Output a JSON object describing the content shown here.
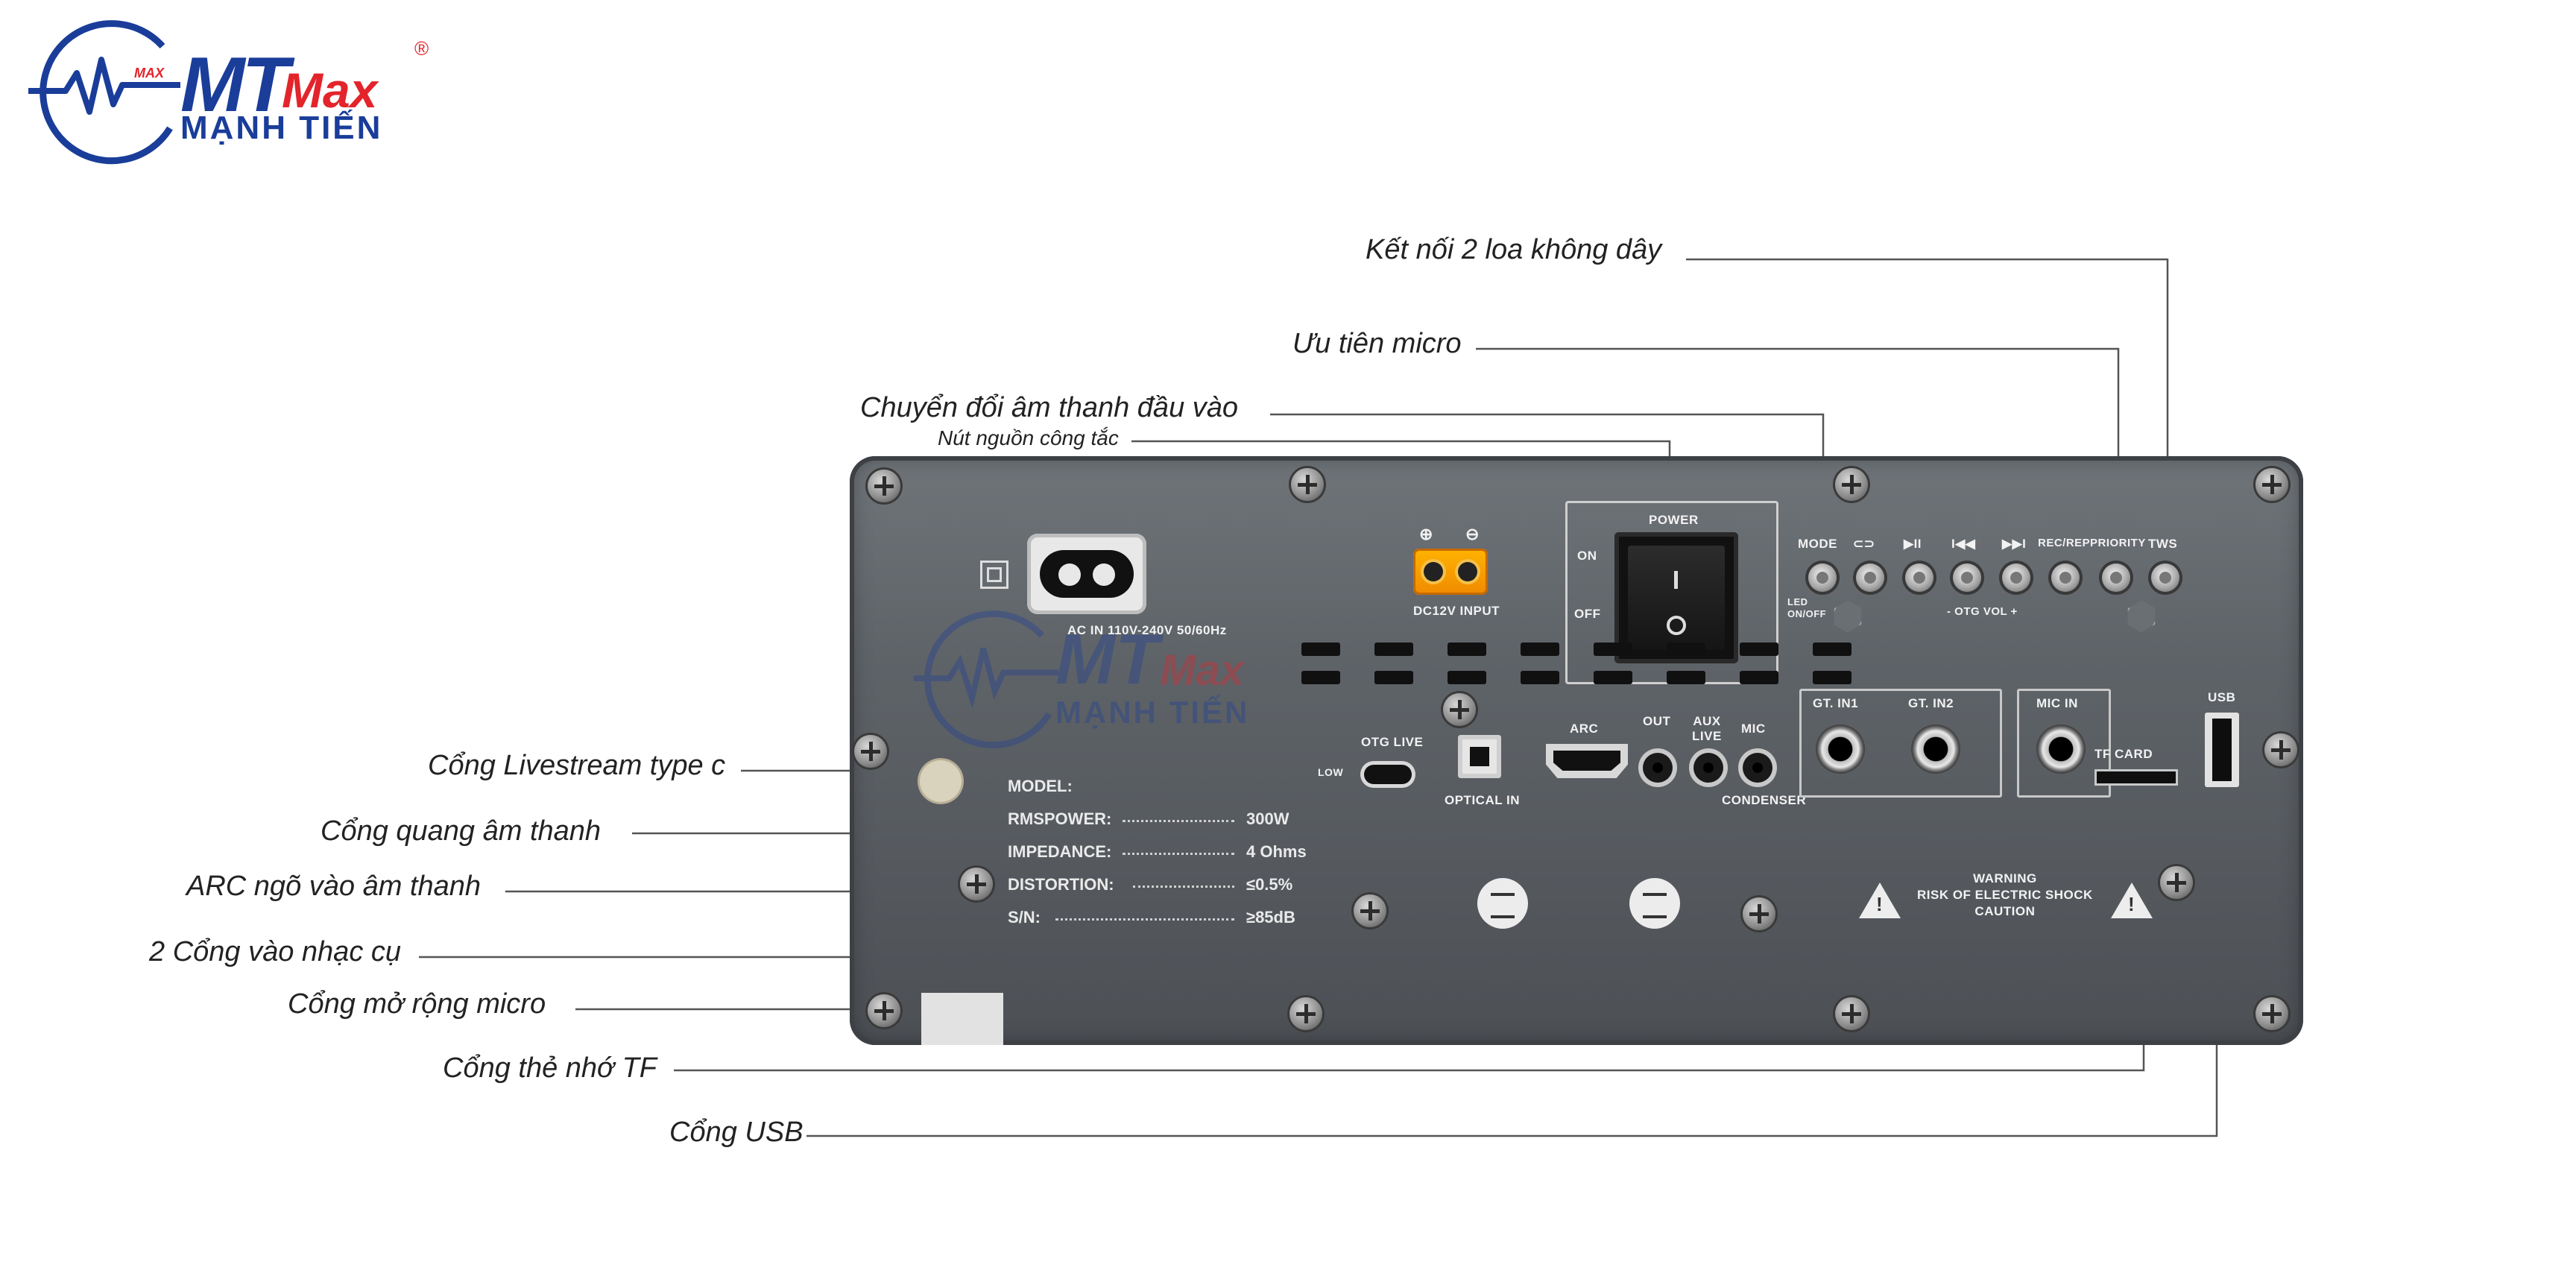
{
  "brand": {
    "mini_text": "MAX",
    "mt": "MT",
    "max": "Max",
    "subtitle": "MẠNH TIẾN",
    "registered": "®",
    "colors": {
      "blue": "#1a3d9a",
      "red": "#e3242b"
    }
  },
  "callouts": {
    "wireless_pair": "Kết nối 2 loa không dây",
    "mic_priority": "Ưu tiên micro",
    "input_switch": "Chuyển đổi âm thanh đầu vào",
    "power_switch": "Nút nguồn công tắc",
    "livestream": "Cổng Livestream type c",
    "optical": "Cổng quang âm thanh",
    "arc": "ARC ngõ vào âm thanh",
    "instrument": "2 Cổng vào nhạc cụ",
    "mic_ext": "Cổng mở rộng micro",
    "tf": "Cổng thẻ nhớ TF",
    "usb": "Cổng USB"
  },
  "panel": {
    "ac_label": "AC IN  110V-240V 50/60Hz",
    "dc_polarity_plus": "⊕",
    "dc_polarity_minus": "⊖",
    "dc_label": "DC12V  INPUT",
    "power_title": "POWER",
    "power_on": "ON",
    "power_off": "OFF",
    "buttons": [
      "MODE",
      "⊂⊃",
      "▶II",
      "I◀◀",
      "▶▶I",
      "REC/REP",
      "PRIORITY",
      "TWS"
    ],
    "led_label": "LED\nON/OFF",
    "otg_vol": "- OTG VOL +",
    "otg_live": "OTG LIVE",
    "low": "LOW",
    "optical_in": "OPTICAL IN",
    "arc": "ARC",
    "out": "OUT",
    "aux_live": "AUX\nLIVE",
    "mic": "MIC",
    "condenser": "CONDENSER",
    "gt_in1": "GT. IN1",
    "gt_in2": "GT. IN2",
    "mic_in": "MIC IN",
    "tf_card": "TF CARD",
    "usb": "USB",
    "warning": "WARNING\nRISK OF ELECTRIC SHOCK\nCAUTION",
    "specs": [
      {
        "label": "MODEL:",
        "value": ""
      },
      {
        "label": "RMSPOWER:",
        "value": "300W"
      },
      {
        "label": "IMPEDANCE:",
        "value": "4 Ohms"
      },
      {
        "label": "DISTORTION:",
        "value": "≤0.5%"
      },
      {
        "label": "S/N:",
        "value": "≥85dB"
      }
    ]
  }
}
